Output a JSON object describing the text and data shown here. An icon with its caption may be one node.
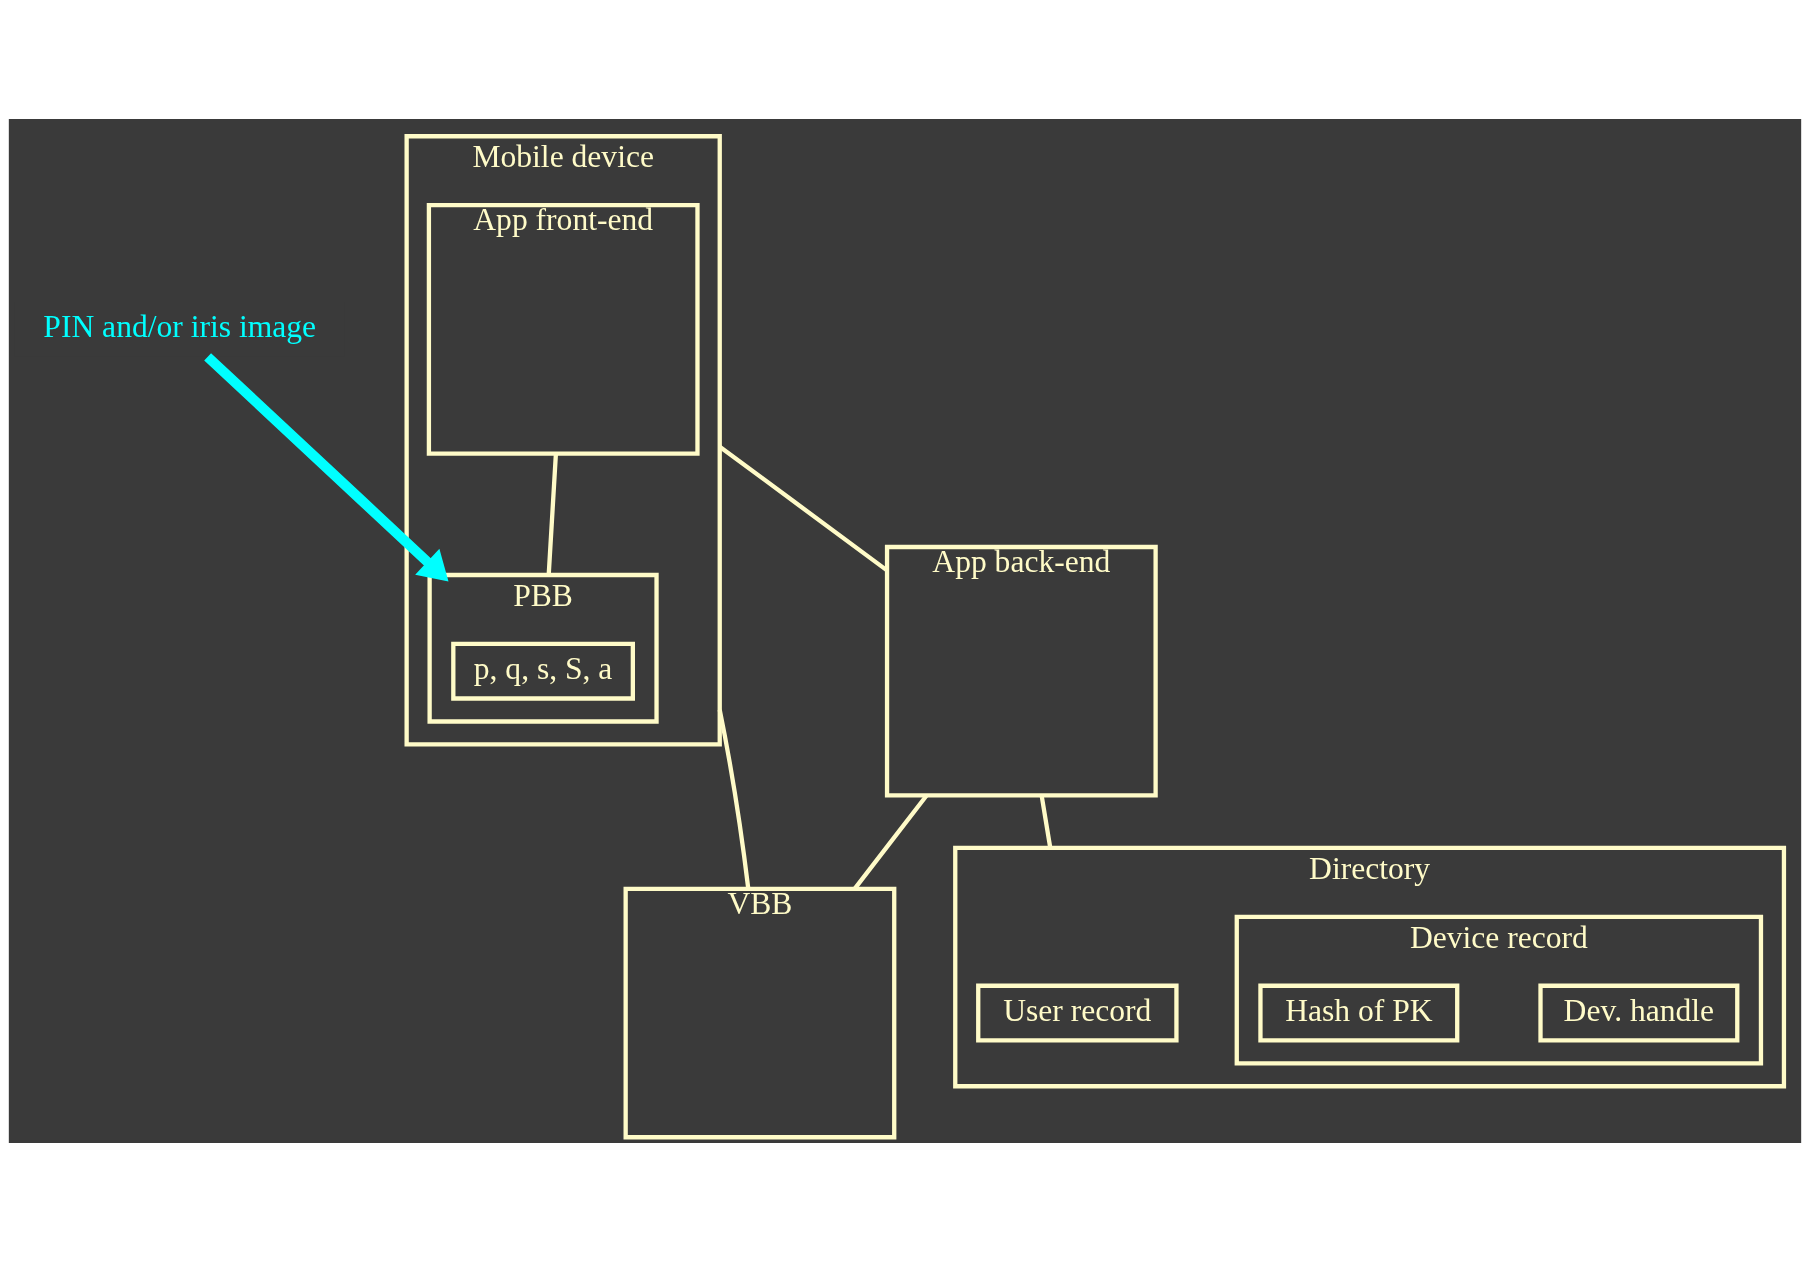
{
  "diagram": {
    "nodes": [
      {
        "text": [
          "Mobile device"
        ]
      },
      {
        "text": [
          "App front-end"
        ],
        "in": 0
      },
      {
        "text": [
          "PBB"
        ],
        "in": 0
      },
      {
        "text": [
          "p, q, s, S, a"
        ],
        "in": 2
      },
      {
        "text": [
          "App back-end"
        ]
      },
      {
        "text": [
          "VBB"
        ]
      },
      {
        "text": [
          "Directory"
        ]
      },
      {
        "text": [
          "User record"
        ],
        "in": 6
      },
      {
        "text": [
          "Device record"
        ],
        "in": 6
      },
      {
        "text": [
          "Dev. handle"
        ],
        "in": 8
      },
      {
        "text": [
          "Hash of PK"
        ],
        "in": 8
      },
      {
        "text": [
          "PIN and/or iris image"
        ]
      }
    ],
    "edges": [
      {
        "from": 0,
        "to": 4,
        "arrow": "none"
      },
      {
        "from": 0,
        "to": 5,
        "arrow": "none"
      },
      {
        "from": 1,
        "to": 2,
        "arrow": "none"
      },
      {
        "from": 4,
        "to": 5,
        "arrow": "none"
      },
      {
        "from": 4,
        "to": 6,
        "arrow": "none"
      },
      {
        "from": 11,
        "to": 2,
        "arrow": "to",
        "style": "thick",
        "color": "#00ffff"
      }
    ]
  }
}
